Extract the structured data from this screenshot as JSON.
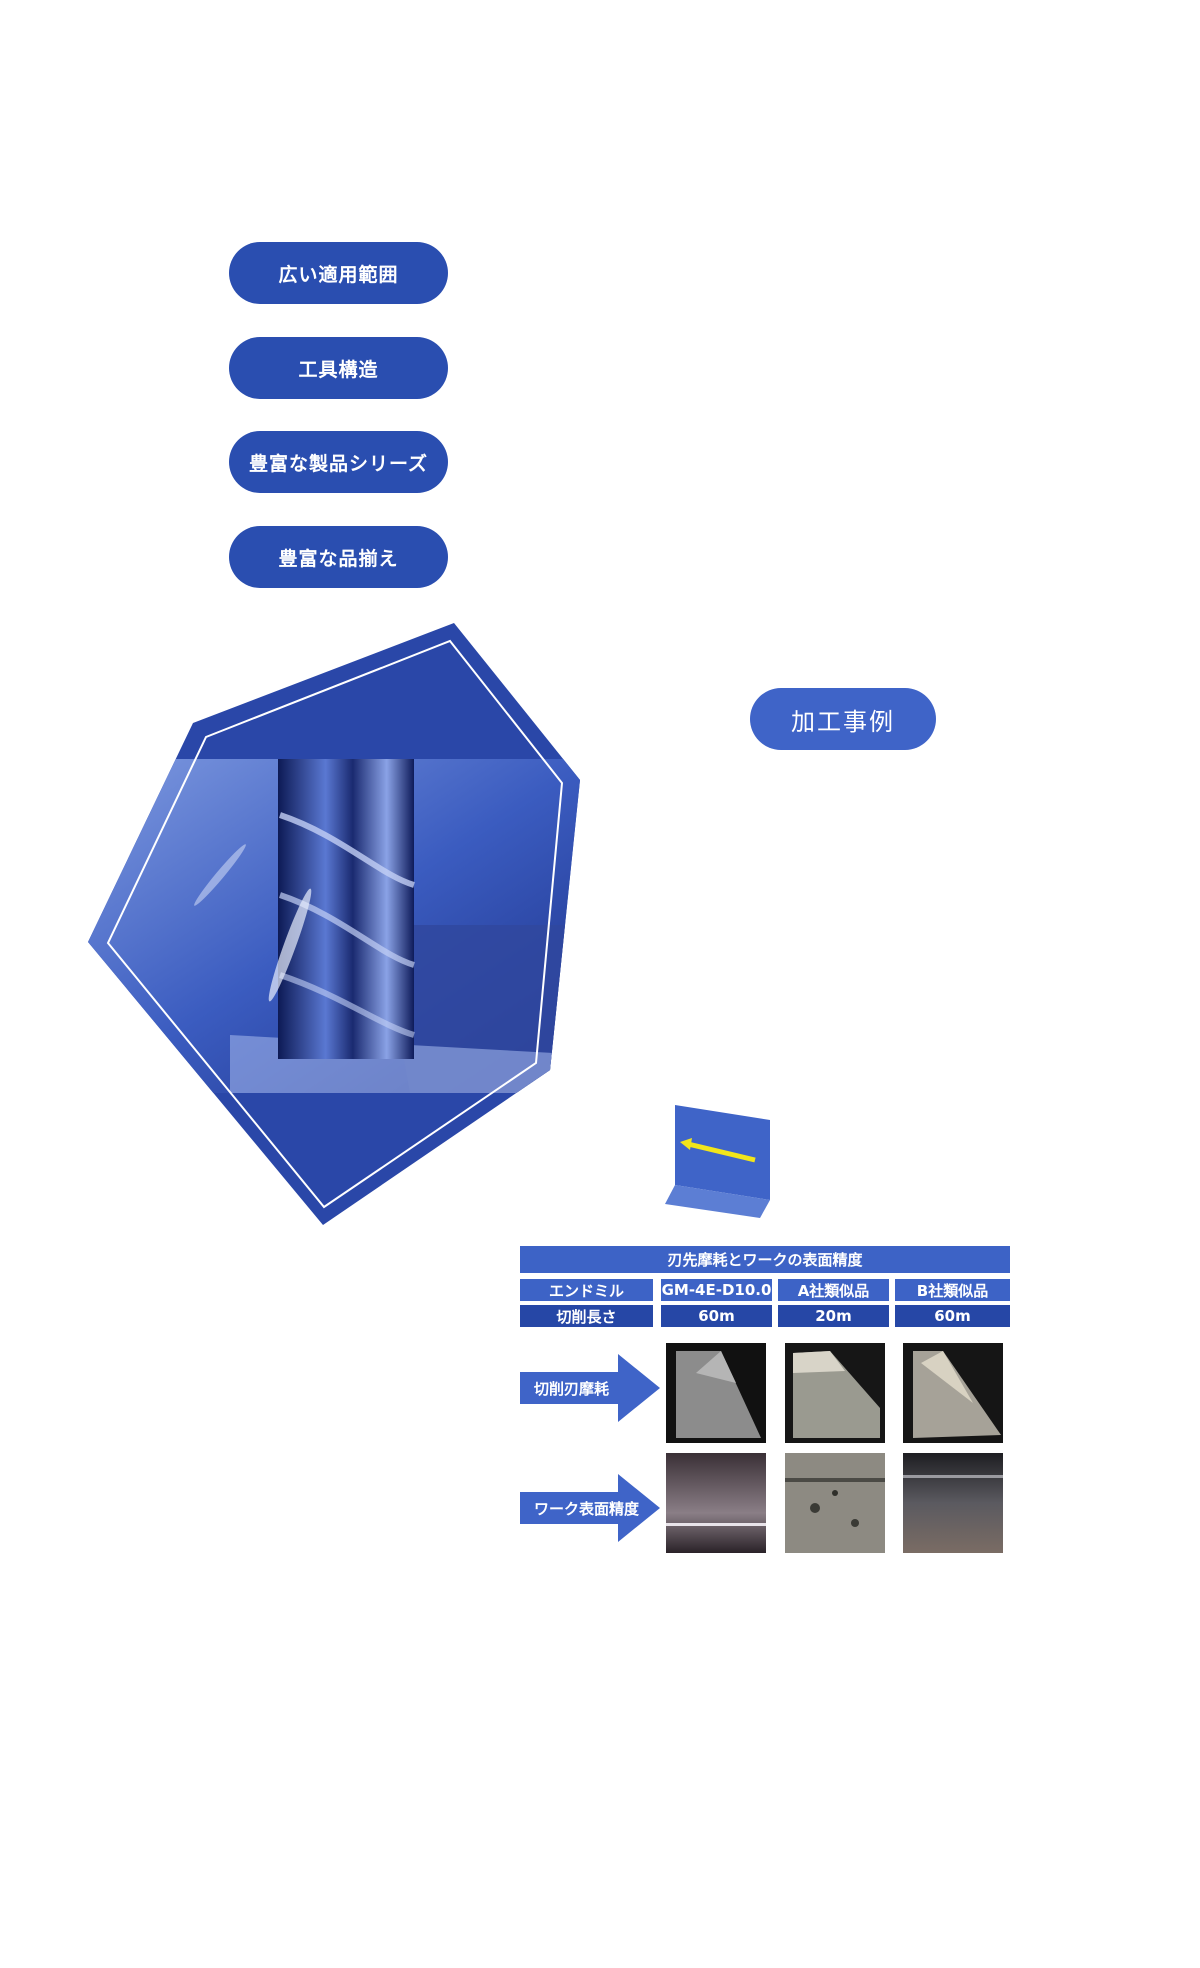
{
  "nav": {
    "items": [
      {
        "label": "広い適用範囲"
      },
      {
        "label": "工具構造"
      },
      {
        "label": "豊富な製品シリーズ"
      },
      {
        "label": "豊富な品揃え"
      }
    ]
  },
  "case_button": {
    "label": "加工事例"
  },
  "comparison": {
    "title": "刃先摩耗とワークの表面精度",
    "header_label": "エンドミル",
    "columns": [
      "GM-4E-D10.0",
      "A社類似品",
      "B社類似品"
    ],
    "length_label": "切削長さ",
    "lengths": [
      "60m",
      "20m",
      "60m"
    ],
    "row_labels": {
      "wear": "切削刃摩耗",
      "surface": "ワーク表面精度"
    }
  },
  "colors": {
    "primary": "#2a4eb0",
    "accent": "#3f64c8",
    "diagram_arrow": "#f2e51a"
  }
}
